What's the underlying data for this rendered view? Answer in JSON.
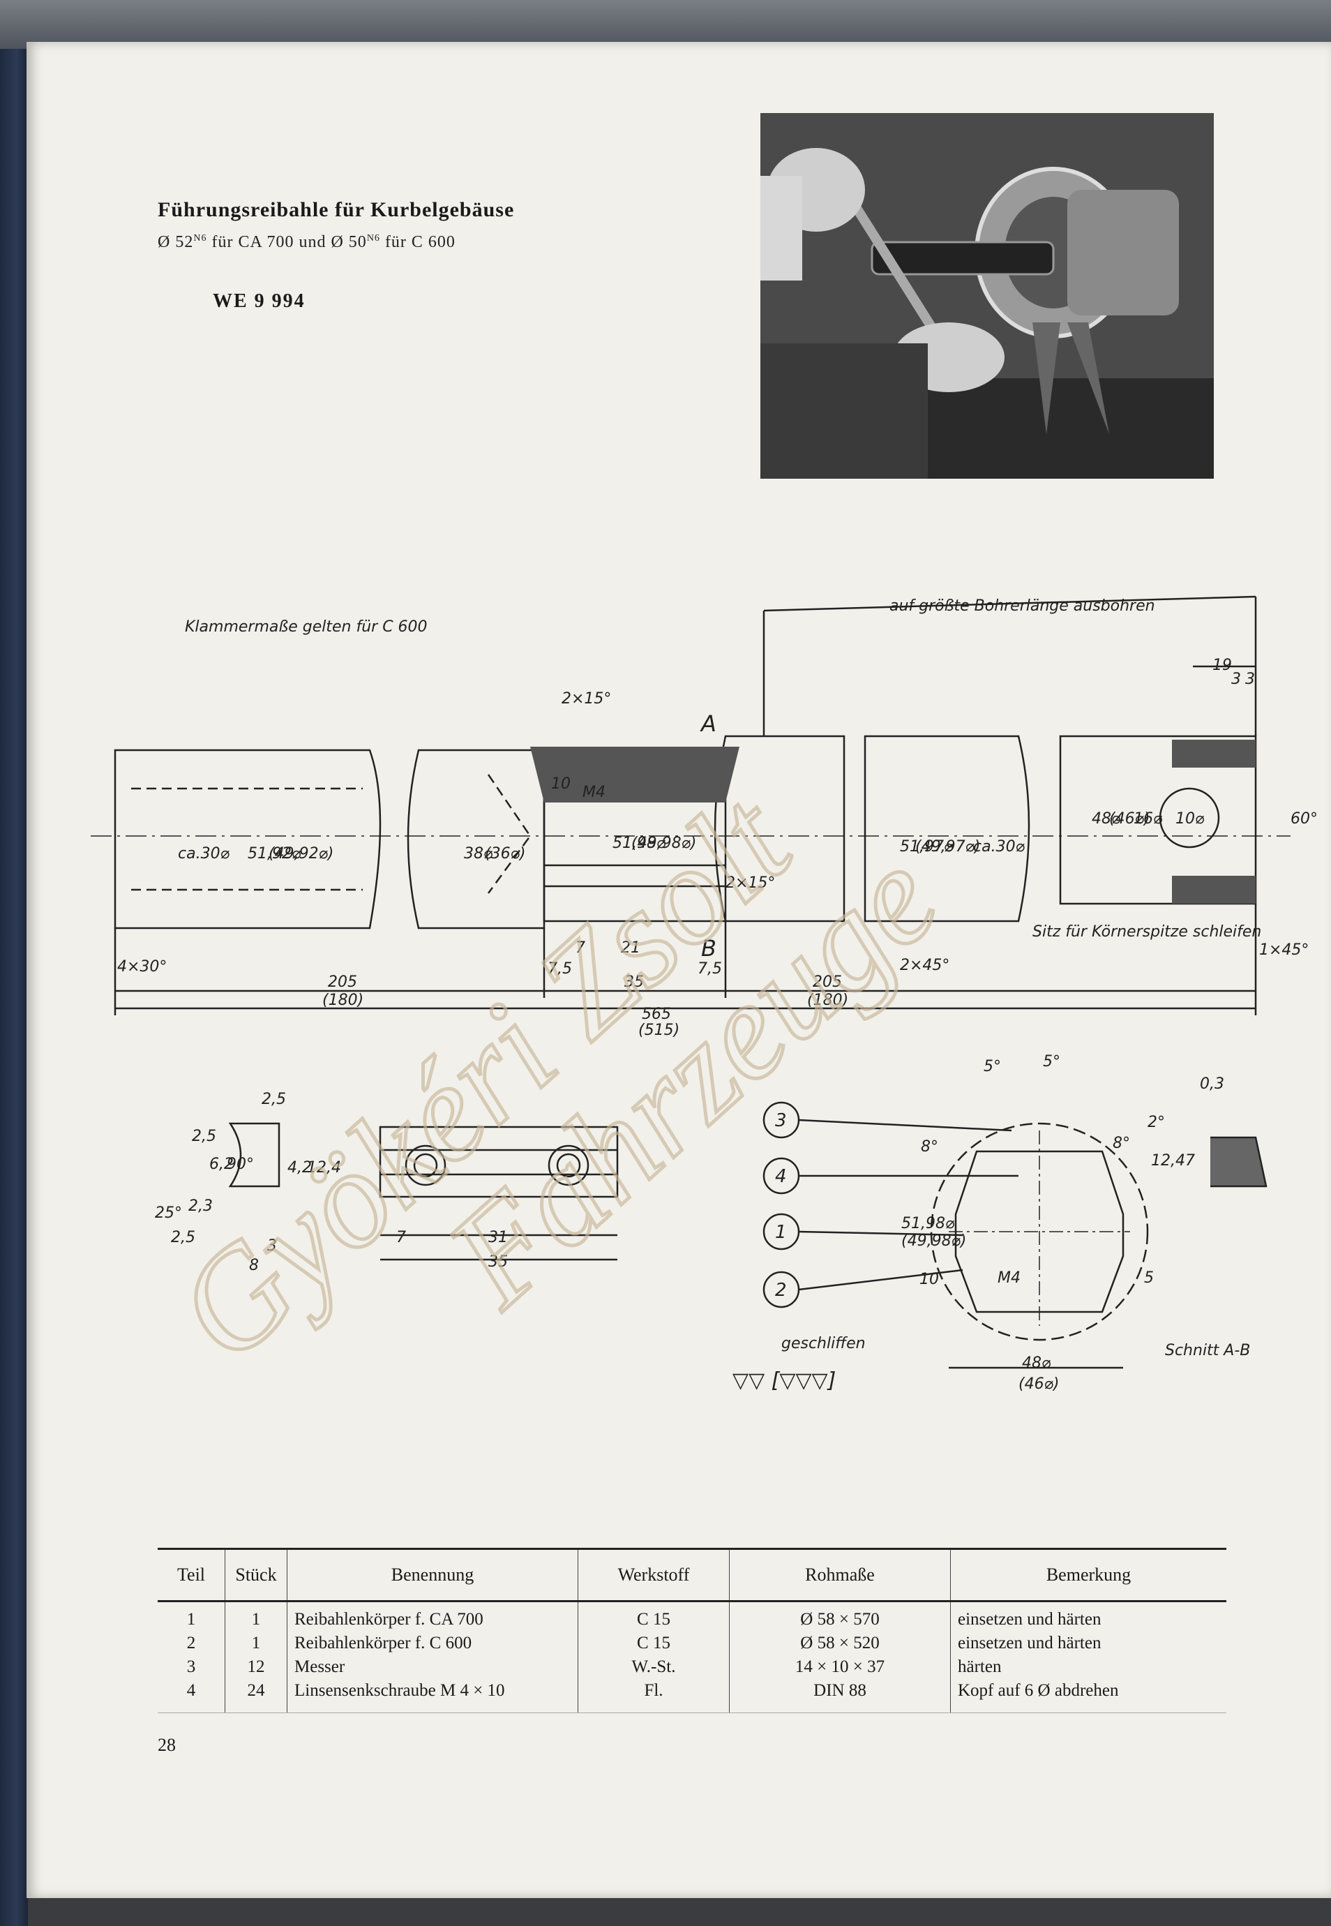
{
  "header": {
    "title": "Führungsreibahle für Kurbelgebäuse",
    "subtitle_a": "Ø 52",
    "subtitle_sup_a": "N6",
    "subtitle_b": " für CA 700 und Ø 50",
    "subtitle_sup_b": "N6",
    "subtitle_c": " für C 600",
    "part_number": "WE 9 994"
  },
  "photo": {
    "icon": "workshop-photo-reamer-in-crankcase"
  },
  "drawing": {
    "note_brackets": "Klammermaße gelten für C 600",
    "note_bore": "auf größte Bohrerlänge ausbohren",
    "note_center": "Sitz für Körnerspitze schleifen",
    "section_label": "Schnitt A-B",
    "ground_label": "geschliffen",
    "ground_symbol": "▽▽ [▽▽▽]",
    "section_a": "A",
    "section_b": "B",
    "dims": {
      "d_2x15_top": "2×15°",
      "d_19": "19",
      "d_3a": "3",
      "d_3b": "3",
      "d_m4": "M4",
      "d_10": "10",
      "d_ca30a": "ca.30⌀",
      "d_5192": "51,92⌀",
      "d_4992": "(49,92⌀)",
      "d_38": "38⌀",
      "d_36": "(36⌀)",
      "d_5198": "51,98⌀",
      "d_4998": "(49,98⌀)",
      "d_5197": "51,97⌀",
      "d_4997": "(49,97⌀)",
      "d_ca30b": "ca.30⌀",
      "d_48": "48⌀",
      "d_46": "(46⌀)",
      "d_16": "16⌀",
      "d_10b": "10⌀",
      "d_60": "60°",
      "d_2x15_mid": "2×15°",
      "d_4x30": "4×30°",
      "d_7": "7",
      "d_21": "21",
      "d_75a": "7,5",
      "d_75b": "7,5",
      "d_2x45": "2×45°",
      "d_1x45": "1×45°",
      "d_205a": "205",
      "d_180a": "(180)",
      "d_35": "35",
      "d_205b": "205",
      "d_180b": "(180)",
      "d_565": "565",
      "d_515": "(515)",
      "k_25a": "2,5",
      "k_25b": "2,5",
      "k_62": "6,2",
      "k_90": "90°",
      "k_4": "4,2",
      "k_124": "12,4",
      "k_23": "2,3",
      "k_25deg": "25°",
      "k_25c": "2,5",
      "k_3": "3",
      "k_8": "8",
      "m_7": "7",
      "m_31": "31",
      "m_35": "35",
      "s_5a": "5°",
      "s_5b": "5°",
      "s_03": "0,3",
      "s_8a": "8°",
      "s_8b": "8°",
      "s_2": "2°",
      "s_1247": "12,47",
      "s_5198": "51,98⌀",
      "s_4998": "(49,98⌀)",
      "s_10": "10",
      "s_m4": "M4",
      "s_5": "5",
      "s_48": "48⌀",
      "s_46": "(46⌀)"
    },
    "callouts": [
      "3",
      "4",
      "1",
      "2"
    ]
  },
  "watermark": {
    "line1": "Gyökéri Zsolt",
    "line2": "Fahrzeuge"
  },
  "table": {
    "headers": [
      "Teil",
      "Stück",
      "Benennung",
      "Werkstoff",
      "Rohmaße",
      "Bemerkung"
    ],
    "rows": [
      {
        "teil": "1",
        "stueck": "1",
        "benennung": "Reibahlenkörper f. CA 700",
        "werkstoff": "C 15",
        "rohmasse": "Ø 58 × 570",
        "bemerkung": "einsetzen und härten"
      },
      {
        "teil": "2",
        "stueck": "1",
        "benennung": "Reibahlenkörper f. C 600",
        "werkstoff": "C 15",
        "rohmasse": "Ø 58 × 520",
        "bemerkung": "einsetzen und härten"
      },
      {
        "teil": "3",
        "stueck": "12",
        "benennung": "Messer",
        "werkstoff": "W.-St.",
        "rohmasse": "14 × 10 × 37",
        "bemerkung": "härten"
      },
      {
        "teil": "4",
        "stueck": "24",
        "benennung": "Linsensenkschraube M 4 × 10",
        "werkstoff": "Fl.",
        "rohmasse": "DIN 88",
        "bemerkung": "Kopf auf 6 Ø  abdrehen"
      }
    ]
  },
  "page_number": "28"
}
